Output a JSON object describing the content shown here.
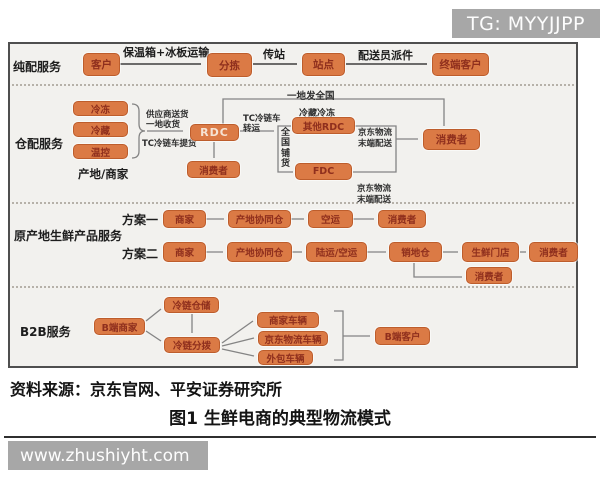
{
  "watermarks": {
    "top": "TG: MYYJJPP",
    "bottom": "www.zhushiyht.com"
  },
  "footer": {
    "source": "资料来源：京东官网、平安证券研究所",
    "caption": "图1 生鲜电商的典型物流模式"
  },
  "colors": {
    "node_fill": "#db7a45",
    "node_border": "#bd5d2c",
    "node_text": "#8f2f1d",
    "watermark_bg": "#a7a7a7",
    "frame_bg": "#f2f1ee",
    "frame_border": "#4f4f4f"
  },
  "sections": {
    "pure": {
      "label": "纯配服务",
      "customer": "客户",
      "edge_box": "保温箱+冰板运输",
      "sorting": "分拣",
      "edge_transfer": "传站",
      "station": "站点",
      "edge_courier": "配送员派件",
      "end_customer": "终端客户"
    },
    "warehouse": {
      "label": "仓配服务",
      "frozen": "冷冻",
      "chilled": "冷藏",
      "temp_control": "温控",
      "origin_merchant": "产地/商家",
      "supplier_delivery": "供应商送货",
      "one_place_receive": "一地收货",
      "tc_pickup": "TC冷链车提货",
      "rdc": "RDC",
      "consumer_mid": "消费者",
      "one_place_nationwide": "一地发全国",
      "tc_transfer_1": "TC冷链车",
      "tc_transfer_2": "转运",
      "nationwide_stock": "全国铺货",
      "chilled_frozen": "冷藏冷冻",
      "other_rdc": "其他RDC",
      "fdc": "FDC",
      "jd_logistics": "京东物流",
      "last_mile": "末端配送",
      "consumer_right": "消费者"
    },
    "origin": {
      "label": "原产地生鲜产品服务",
      "plan1_label": "方案一",
      "plan2_label": "方案二",
      "p1_merchant": "商家",
      "p1_warehouse": "产地协同仓",
      "p1_air": "空运",
      "p1_consumer": "消费者",
      "p2_merchant": "商家",
      "p2_warehouse": "产地协同仓",
      "p2_transport": "陆运/空运",
      "p2_sales_wh": "销地仓",
      "p2_store": "生鲜门店",
      "p2_consumer": "消费者",
      "p2_consumer2": "消费者"
    },
    "b2b": {
      "label": "B2B服务",
      "merchant": "B端商家",
      "cold_storage": "冷链仓储",
      "cold_dispatch": "冷链分拨",
      "merchant_vehicle": "商家车辆",
      "jd_vehicle": "京东物流车辆",
      "outsource_vehicle": "外包车辆",
      "customer": "B端客户"
    }
  }
}
